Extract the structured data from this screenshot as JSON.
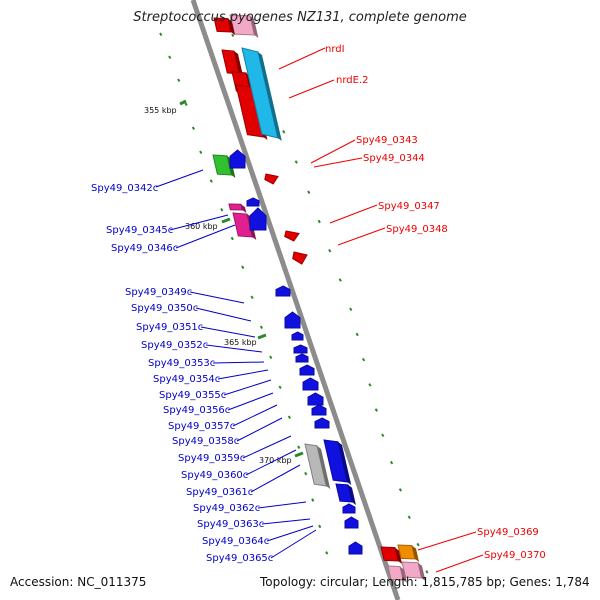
{
  "title": "Streptococcus pyogenes NZ131, complete genome",
  "accession_text": "Accession: NC_011375",
  "summary_text": "Topology: circular; Length: 1,815,785 bp; Genes: 1,784",
  "colors": {
    "backbone": "#8c8c8c",
    "forward_label": "#ee0000",
    "reverse_label": "#0000c8",
    "tick": "#2a8a2a",
    "red_gene": "#e00000",
    "cyan_gene": "#20b8e8",
    "blue_gene": "#1010e0",
    "green_gene": "#30c030",
    "magenta_gene": "#e0208f",
    "pink_gene": "#f4a8c8",
    "gray_gene": "#b8b8b8",
    "orange_gene": "#f08c00"
  },
  "scale_ticks": [
    {
      "label": "355 kbp"
    },
    {
      "label": "360 kbp"
    },
    {
      "label": "365 kbp"
    },
    {
      "label": "370 kbp"
    }
  ],
  "forward_labels": [
    {
      "text": "nrdI"
    },
    {
      "text": "nrdE.2"
    },
    {
      "text": "Spy49_0343"
    },
    {
      "text": "Spy49_0344"
    },
    {
      "text": "Spy49_0347"
    },
    {
      "text": "Spy49_0348"
    },
    {
      "text": "Spy49_0369"
    },
    {
      "text": "Spy49_0370"
    }
  ],
  "reverse_labels": [
    {
      "text": "Spy49_0342c"
    },
    {
      "text": "Spy49_0345c"
    },
    {
      "text": "Spy49_0346c"
    },
    {
      "text": "Spy49_0349c"
    },
    {
      "text": "Spy49_0350c"
    },
    {
      "text": "Spy49_0351c"
    },
    {
      "text": "Spy49_0352c"
    },
    {
      "text": "Spy49_0353c"
    },
    {
      "text": "Spy49_0354c"
    },
    {
      "text": "Spy49_0355c"
    },
    {
      "text": "Spy49_0356c"
    },
    {
      "text": "Spy49_0357c"
    },
    {
      "text": "Spy49_0358c"
    },
    {
      "text": "Spy49_0359c"
    },
    {
      "text": "Spy49_0360c"
    },
    {
      "text": "Spy49_0361c"
    },
    {
      "text": "Spy49_0362c"
    },
    {
      "text": "Spy49_0363c"
    },
    {
      "text": "Spy49_0364c"
    },
    {
      "text": "Spy49_0365c"
    }
  ]
}
